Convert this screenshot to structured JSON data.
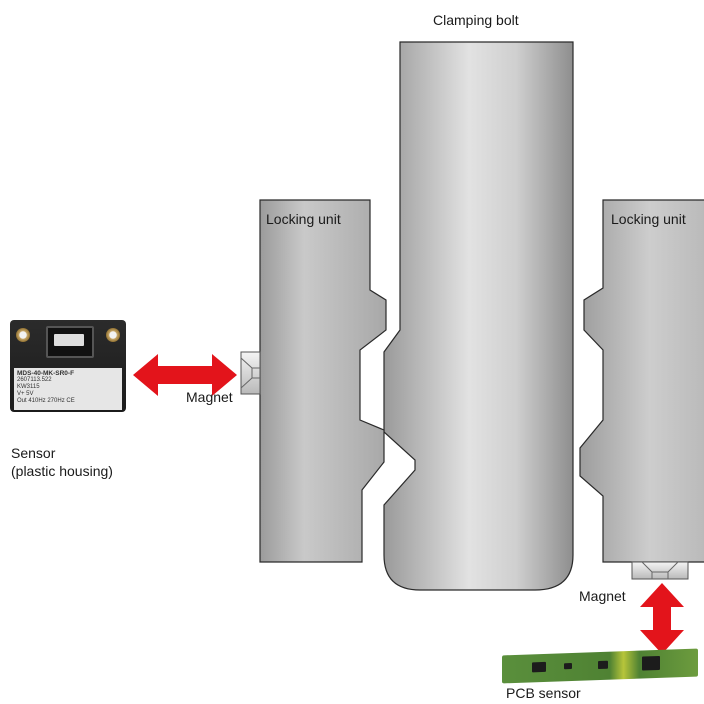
{
  "labels": {
    "clamping_bolt": "Clamping bolt",
    "locking_unit_left": "Locking unit",
    "locking_unit_right": "Locking unit",
    "magnet_left": "Magnet",
    "magnet_right": "Magnet",
    "sensor_line1": "Sensor",
    "sensor_line2": "(plastic housing)",
    "pcb_sensor": "PCB sensor"
  },
  "sensor_plate": {
    "line1": "MDS-40-MK-SR0-F",
    "line2": "2607113.522",
    "line3": "KW3115",
    "line4": "V+ 5V",
    "line5": "Out 410Hz 270Hz",
    "mark": "CE"
  },
  "colors": {
    "arrow": "#e3141b",
    "part_dark": "#8c8c8c",
    "part_light": "#d0d0d0",
    "outline": "#222222"
  }
}
